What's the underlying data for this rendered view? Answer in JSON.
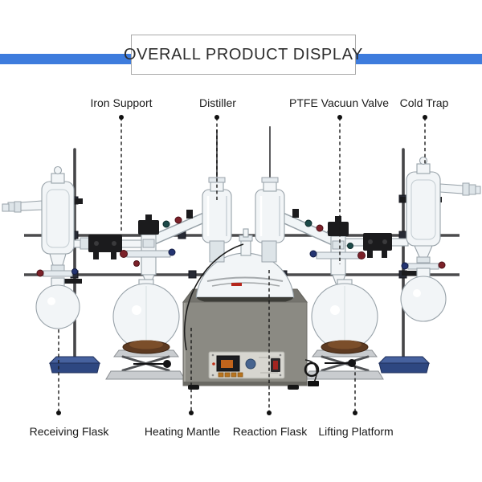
{
  "header": {
    "title": "OVERALL PRODUCT DISPLAY",
    "accent_color": "#3e7cdd"
  },
  "callouts": {
    "top": [
      {
        "label": "Iron Support"
      },
      {
        "label": "Distiller"
      },
      {
        "label": "PTFE Vacuun Valve"
      },
      {
        "label": "Cold Trap"
      }
    ],
    "bottom": [
      {
        "label": "Receiving Flask"
      },
      {
        "label": "Heating Mantle"
      },
      {
        "label": "Reaction Flask"
      },
      {
        "label": "Lifting Platform"
      }
    ]
  }
}
